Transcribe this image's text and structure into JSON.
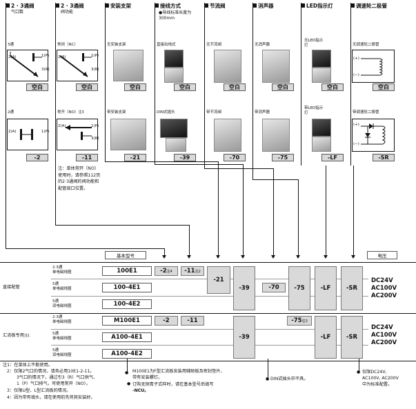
{
  "columns": {
    "ports": {
      "title": "2 · 3通阀",
      "sub": "气口数",
      "opt1": "3通",
      "opt2": "2通"
    },
    "function": {
      "title": "2 · 3通阀",
      "sub": "阀功能",
      "opt1": "常闭（NC）",
      "opt2": "常开（NO）",
      "opt2_note": "注3"
    },
    "bracket": {
      "title": "安装支架",
      "opt1": "无安装支架",
      "opt2": "带安装支架"
    },
    "wiring": {
      "title": "接线方式",
      "sub": "导线标准长度为300mm",
      "opt1": "直接出线式",
      "opt2": "DIN式插头"
    },
    "throttle": {
      "title": "节流阀",
      "opt1": "无节流阀",
      "opt2": "带节流阀"
    },
    "silencer": {
      "title": "消声器",
      "opt1": "无消声器",
      "opt2": "带消声器"
    },
    "led": {
      "title": "LED指示灯",
      "opt1": "无LED指示灯",
      "opt2": "带LED指示灯"
    },
    "diode": {
      "title": "调速轮二极管",
      "opt1": "无调速轮二极管",
      "opt2": "带调速轮二极管"
    }
  },
  "port_labels": {
    "p2a": "2(A)",
    "p1p": "1(P)",
    "p3r": "3(R)",
    "p1p_2": "1(P)",
    "p2a_2": "2(A)",
    "plus": "(+)",
    "minus": "(−)"
  },
  "codes": {
    "blank": "空白",
    "ports2": "-2",
    "func_no": "-11",
    "bracket": "-21",
    "din": "-39",
    "throttle": "-70",
    "silencer": "-75",
    "led": "-LF",
    "diode": "-SR"
  },
  "func_note": "注：单体常开（NO）使用时，请参照112页的2·3通阀的阀功能和配管接口位置。",
  "table": {
    "base_label": "基本型号",
    "voltage_label": "电压",
    "section1": "直接配管",
    "section2": "汇流板专用",
    "section2_note": "注1",
    "rows": [
      {
        "type": "2·3通",
        "coil": "单电磁线圈",
        "model": "100E1"
      },
      {
        "type": "5通",
        "coil": "单电磁线圈",
        "model": "100-4E1"
      },
      {
        "type": "5通",
        "coil": "双电磁线圈",
        "model": "100-4E2"
      },
      {
        "type": "2·3通",
        "coil": "单电磁线圈",
        "model": "M100E1"
      },
      {
        "type": "5通",
        "coil": "单电磁线圈",
        "model": "A100-4E1"
      },
      {
        "type": "5通",
        "coil": "双电磁线圈",
        "model": "A100-4E2"
      }
    ],
    "r1_c1": "-2",
    "r1_c1_note": "注4",
    "r1_c2": "-11",
    "r1_c2_note": "注2",
    "r4_c1": "-2",
    "r4_c2": "-11",
    "r4_silencer": "-75",
    "r4_silencer_note": "注3",
    "bracket": "-21",
    "din1": "-39",
    "throttle": "-70",
    "silencer": "-75",
    "led1": "-LF",
    "diode1": "-SR",
    "din2": "-39",
    "led2": "-LF",
    "diode2": "-SR",
    "voltages1": [
      "DC24V",
      "AC100V",
      "AC200V"
    ],
    "voltages2": [
      "DC24V",
      "AC100V",
      "AC200V"
    ]
  },
  "notes": {
    "n1": "注1：在单体上不能使用。",
    "n2a": "2：仅限2气口的情况，请务必用10E1-2-11。",
    "n2b": "3气口的情况下，通过引3（R）气口供气、",
    "n2c": "1（P）气口排气，可使用常开（NO）。",
    "n3": "3：仅限U型、L型汇流板的情况。",
    "n4": "4：因为带有填头，请在使用前先将其安装好。",
    "m1": "M100E1为F型汇流板安装用辅助板及密封垫片、",
    "m2": "带有安装螺钉。",
    "m3": "订购无铜青子式样时，请在基本型号后填写",
    "m4": "-NCU。",
    "din_note": "DIN式插头中不具。",
    "v1": "仅限DC24V,",
    "v2": "AC100V, AC200V",
    "v3": "中为标准配置。"
  }
}
